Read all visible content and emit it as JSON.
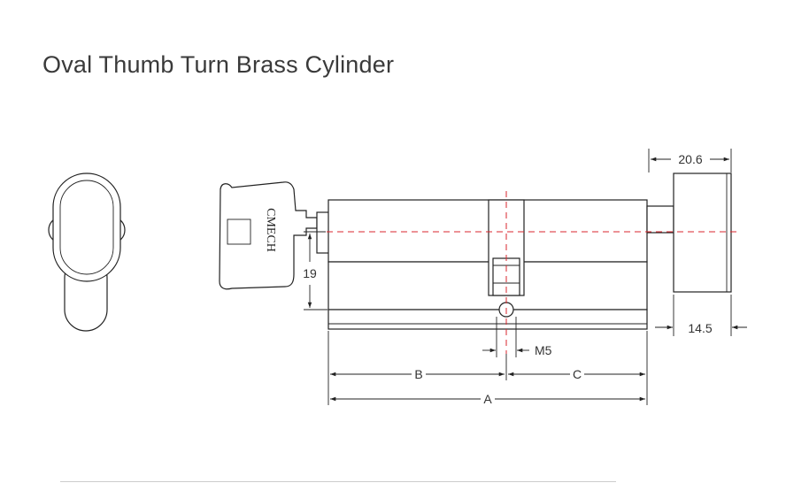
{
  "title": "Oval Thumb Turn Brass Cylinder",
  "brand_mark": "CMECH",
  "dimensions": {
    "thumb_turn_width": "20.6",
    "thumb_turn_length": "14.5",
    "height": "19",
    "screw": "M5",
    "b": "B",
    "c": "C",
    "a": "A"
  },
  "colors": {
    "centerline": "#d9262c",
    "outline": "#222222",
    "text": "#3a3a3a"
  }
}
